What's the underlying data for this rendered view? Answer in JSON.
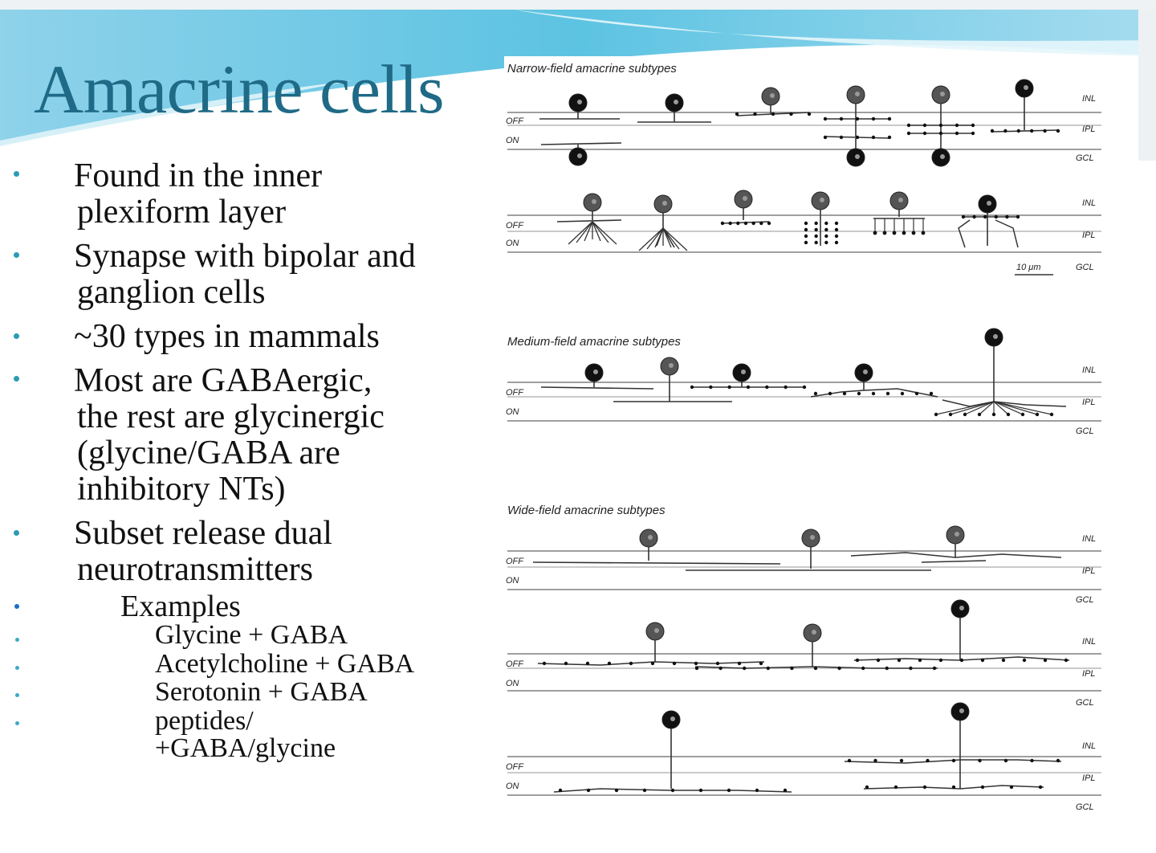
{
  "slide": {
    "title": "Amacrine cells",
    "bullets": [
      {
        "level": 1,
        "lines": [
          "Found in the inner",
          "plexiform layer"
        ]
      },
      {
        "level": 1,
        "lines": [
          "Synapse with bipolar and",
          "ganglion cells"
        ]
      },
      {
        "level": 1,
        "lines": [
          "~30 types in mammals"
        ]
      },
      {
        "level": 1,
        "lines": [
          "Most are GABAergic,",
          "the rest are glycinergic",
          "(glycine/GABA are",
          "inhibitory NTs)"
        ]
      },
      {
        "level": 1,
        "lines": [
          "Subset release dual",
          "neurotransmitters"
        ]
      },
      {
        "level": 2,
        "lines": [
          "Examples"
        ]
      },
      {
        "level": 3,
        "lines": [
          "Glycine + GABA"
        ]
      },
      {
        "level": 3,
        "lines": [
          "Acetylcholine + GABA"
        ]
      },
      {
        "level": 3,
        "lines": [
          "Serotonin + GABA"
        ]
      },
      {
        "level": 3,
        "lines": [
          "peptides/",
          "+GABA/glycine"
        ]
      }
    ]
  },
  "figure": {
    "sections": [
      {
        "label": "Narrow-field amacrine subtypes"
      },
      {
        "label": "Medium-field amacrine subtypes"
      },
      {
        "label": "Wide-field amacrine subtypes"
      }
    ],
    "layer_labels": {
      "inl": "INL",
      "ipl": "IPL",
      "gcl": "GCL",
      "off": "OFF",
      "on": "ON"
    },
    "scale_bar": "10 μm"
  },
  "colors": {
    "title": "#1f6a86",
    "bullet": "#2a9bb5",
    "banner_light": "#a9dcef",
    "banner_dark": "#5ec3e0"
  }
}
